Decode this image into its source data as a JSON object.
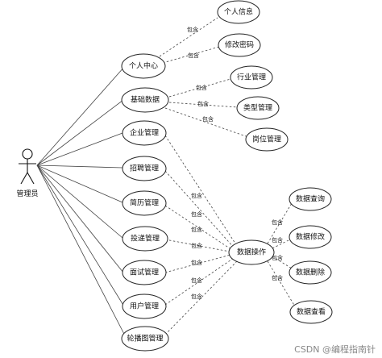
{
  "actor": {
    "label": "管理员"
  },
  "use_cases": {
    "personal_center": "个人中心",
    "basic_data": "基础数据",
    "enterprise_mgmt": "企业管理",
    "recruitment_mgmt": "招聘管理",
    "resume_mgmt": "简历管理",
    "delivery_mgmt": "投递管理",
    "interview_mgmt": "面试管理",
    "user_mgmt": "用户管理",
    "carousel_mgmt": "轮播图管理",
    "personal_info": "个人信息",
    "change_password": "修改密码",
    "industry_mgmt": "行业管理",
    "type_mgmt": "类型管理",
    "position_mgmt": "岗位管理",
    "data_operation": "数据操作",
    "data_query": "数据查询",
    "data_modify": "数据修改",
    "data_delete": "数据删除",
    "data_view": "数据查看"
  },
  "relation_label": "包含",
  "watermark": "CSDN @编程指南针"
}
